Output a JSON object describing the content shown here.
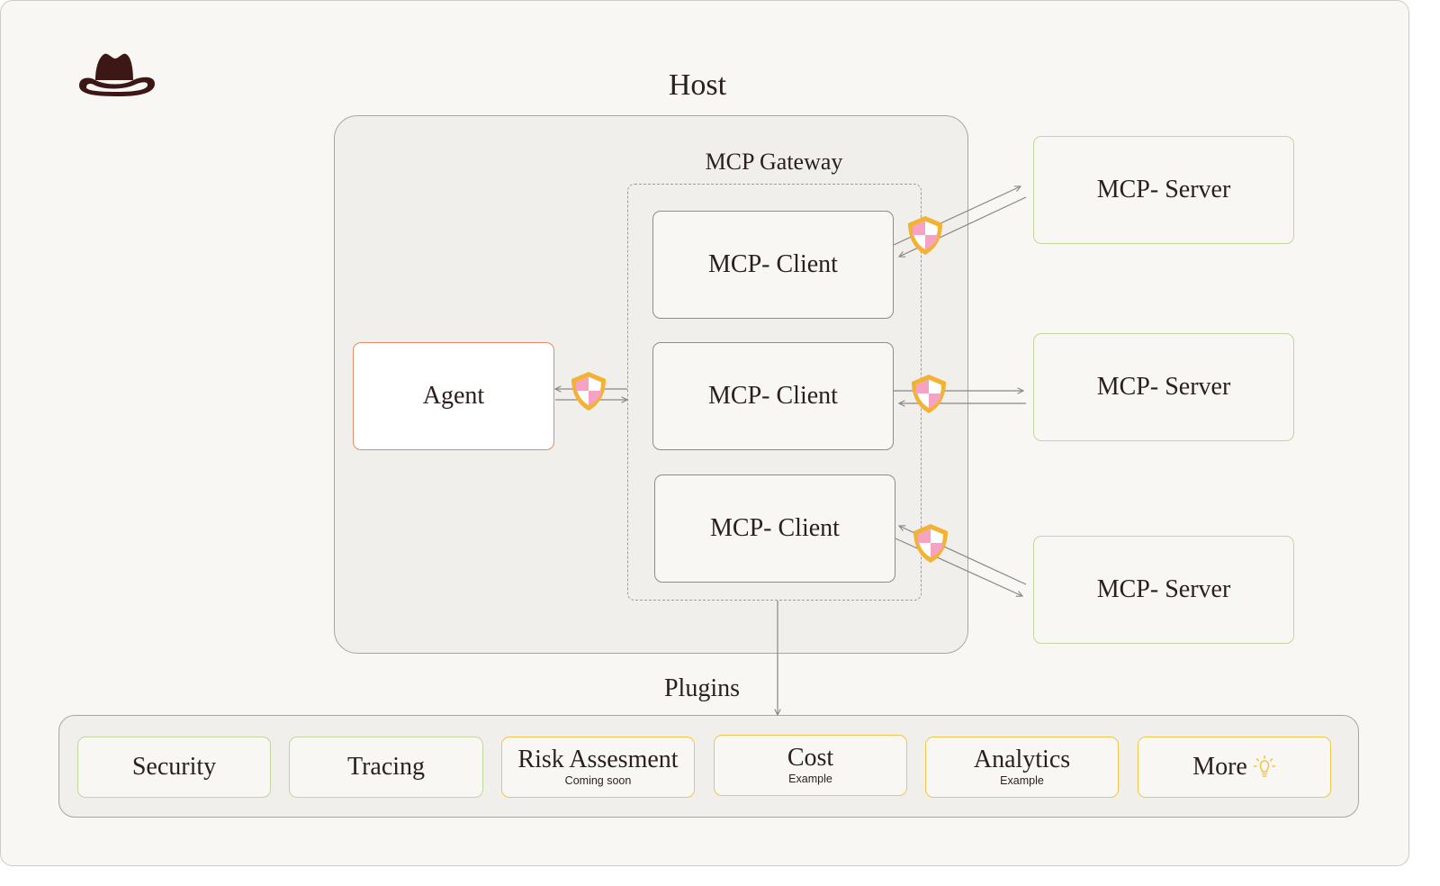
{
  "diagram": {
    "host": {
      "title": "Host"
    },
    "gateway": {
      "title": "MCP Gateway"
    },
    "agent": {
      "label": "Agent"
    },
    "clients": [
      {
        "label": "MCP- Client"
      },
      {
        "label": "MCP- Client"
      },
      {
        "label": "MCP- Client"
      }
    ],
    "servers": [
      {
        "label": "MCP- Server"
      },
      {
        "label": "MCP- Server"
      },
      {
        "label": "MCP- Server"
      }
    ],
    "plugins": {
      "title": "Plugins",
      "items": [
        {
          "label": "Security",
          "sub": "",
          "border": "#c4d69c"
        },
        {
          "label": "Tracing",
          "sub": "",
          "border": "#c4d69c"
        },
        {
          "label": "Risk Assesment",
          "sub": "Coming soon",
          "border": "#f0c64c"
        },
        {
          "label": "Cost",
          "sub": "Example",
          "border": "#f0c64c"
        },
        {
          "label": "Analytics",
          "sub": "Example",
          "border": "#f0c64c"
        },
        {
          "label": "More",
          "sub": "",
          "border": "#f0c64c"
        }
      ]
    },
    "icons": {
      "logo": "cowboy-hat-icon",
      "shield": "shield-icon",
      "bulb": "lightbulb-icon"
    },
    "colors": {
      "agent_border": "#e08a6a",
      "server_border": "#c4d69c",
      "shield_fill": "#f2b233",
      "shield_pink": "#f6a3c3",
      "logo": "#3d1716"
    }
  }
}
